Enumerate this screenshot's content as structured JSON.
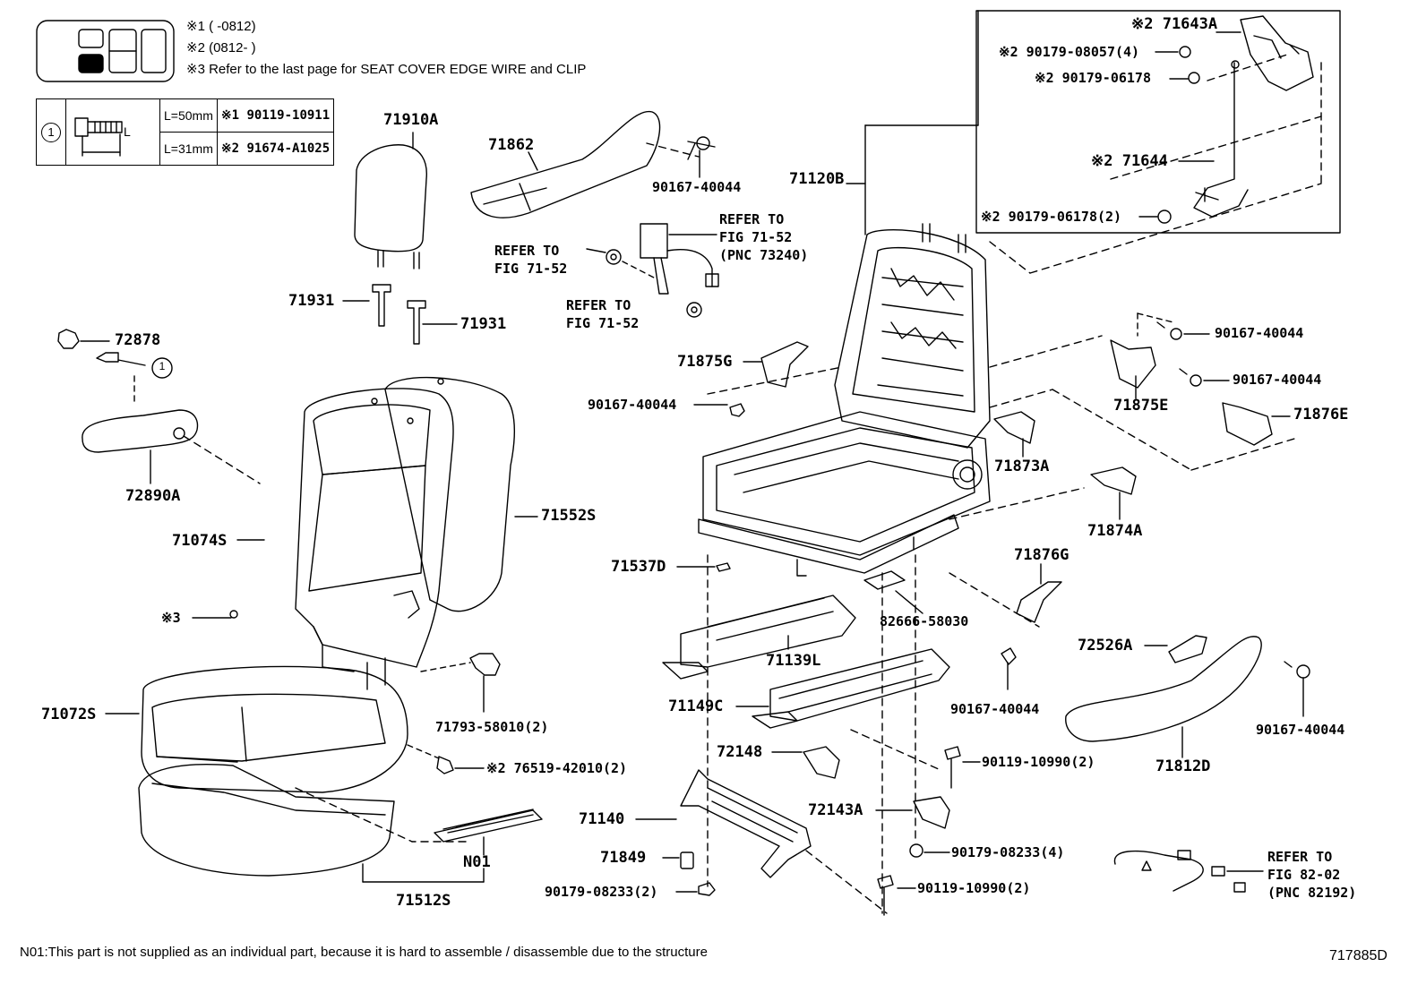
{
  "legend": {
    "note1": "※1 (       -0812)",
    "note2": "※2 (0812-       )",
    "note3": "※3 Refer to the last page for SEAT COVER EDGE WIRE and CLIP"
  },
  "bolt_table": {
    "marker": "1",
    "dimension_symbol": "L",
    "rows": [
      {
        "length": "L=50mm",
        "part": "※1 90119-10911"
      },
      {
        "length": "L=31mm",
        "part": "※2 91674-A1025"
      }
    ]
  },
  "labels": {
    "p71910A": "71910A",
    "p71862": "71862",
    "p90167_top": "90167-40044",
    "p71120B": "71120B",
    "p71643A": "※2 71643A",
    "p90179_08057": "※2 90179-08057(4)",
    "p90179_06178a": "※2 90179-06178",
    "p71644": "※2 71644",
    "p90179_06178b": "※2 90179-06178(2)",
    "p71931a": "71931",
    "p71931b": "71931",
    "p72878": "72878",
    "p72890A": "72890A",
    "p71074S": "71074S",
    "p71552S": "71552S",
    "p71875G": "71875G",
    "p90167_mid": "90167-40044",
    "p90167_r1": "90167-40044",
    "p90167_r2": "90167-40044",
    "p71875E": "71875E",
    "p71876E": "71876E",
    "p71873A": "71873A",
    "p71874A": "71874A",
    "p71537D": "71537D",
    "p71876G": "71876G",
    "p82666": "82666-58030",
    "p71139L": "71139L",
    "p72526A": "72526A",
    "p71149C": "71149C",
    "p90167_r3": "90167-40044",
    "p90167_r4": "90167-40044",
    "p71812D": "71812D",
    "p72148": "72148",
    "p90119_10990a": "90119-10990(2)",
    "p72143A": "72143A",
    "p71140": "71140",
    "p90179_08233a": "90179-08233(4)",
    "p71849": "71849",
    "p90179_08233b": "90179-08233(2)",
    "p90119_10990b": "90119-10990(2)",
    "p71072S": "71072S",
    "p71793": "71793-58010(2)",
    "p76519": "※2 76519-42010(2)",
    "pN01": "N01",
    "p71512S": "71512S",
    "p3": "※3"
  },
  "refs": {
    "r1": "REFER TO\nFIG 71-52\n(PNC 73240)",
    "r2": "REFER TO\nFIG 71-52",
    "r3": "REFER TO\nFIG 71-52",
    "r4": "REFER TO\nFIG 82-02\n(PNC 82192)"
  },
  "footer": {
    "note": "N01:This part is not supplied as an individual part, because it is hard to assemble / disassemble due to the structure",
    "figure_id": "717885D"
  }
}
